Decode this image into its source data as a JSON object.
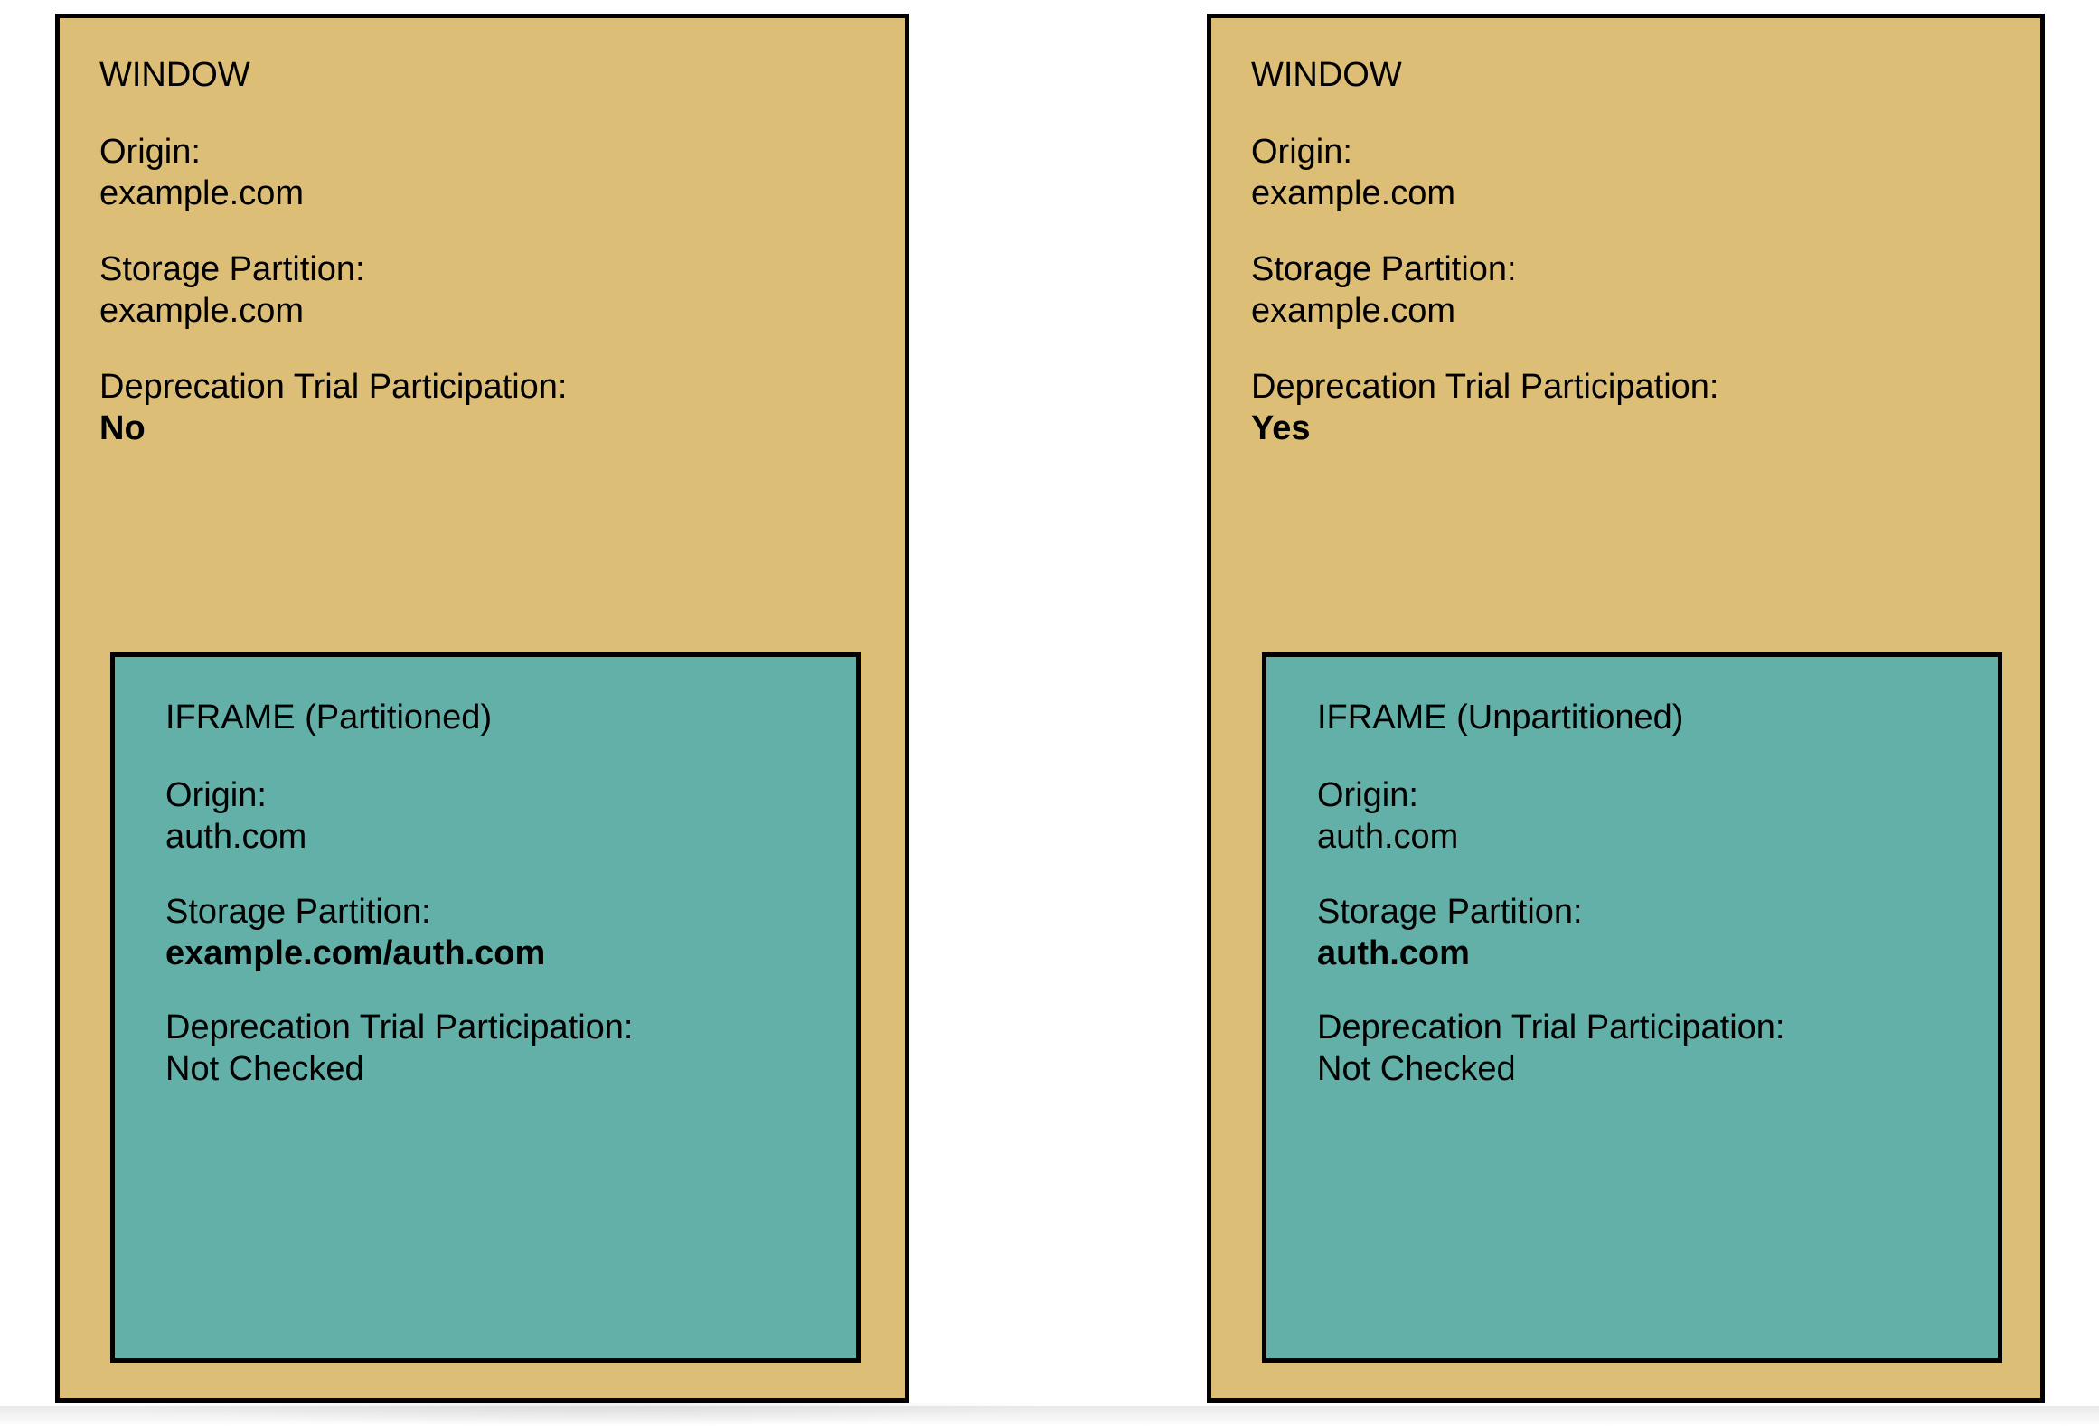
{
  "diagram": {
    "colors": {
      "window_fill": "#ddbe77",
      "iframe_fill": "#62b0a8",
      "border": "#000000",
      "background": "#ffffff"
    },
    "panels": [
      {
        "window": {
          "title": "WINDOW",
          "fields": [
            {
              "label": "Origin:",
              "value": "example.com",
              "bold": false
            },
            {
              "label": "Storage Partition:",
              "value": "example.com",
              "bold": false
            },
            {
              "label": "Deprecation Trial Participation:",
              "value": "No",
              "bold": true
            }
          ]
        },
        "iframe": {
          "title": "IFRAME (Partitioned)",
          "fields": [
            {
              "label": "Origin:",
              "value": "auth.com",
              "bold": false
            },
            {
              "label": "Storage Partition:",
              "value": "example.com/auth.com",
              "bold": true
            },
            {
              "label": "Deprecation Trial Participation:",
              "value": "Not Checked",
              "bold": false
            }
          ]
        }
      },
      {
        "window": {
          "title": "WINDOW",
          "fields": [
            {
              "label": "Origin:",
              "value": "example.com",
              "bold": false
            },
            {
              "label": "Storage Partition:",
              "value": "example.com",
              "bold": false
            },
            {
              "label": "Deprecation Trial Participation:",
              "value": "Yes",
              "bold": true
            }
          ]
        },
        "iframe": {
          "title": "IFRAME (Unpartitioned)",
          "fields": [
            {
              "label": "Origin:",
              "value": "auth.com",
              "bold": false
            },
            {
              "label": "Storage Partition:",
              "value": "auth.com",
              "bold": true
            },
            {
              "label": "Deprecation Trial Participation:",
              "value": "Not Checked",
              "bold": false
            }
          ]
        }
      }
    ]
  }
}
